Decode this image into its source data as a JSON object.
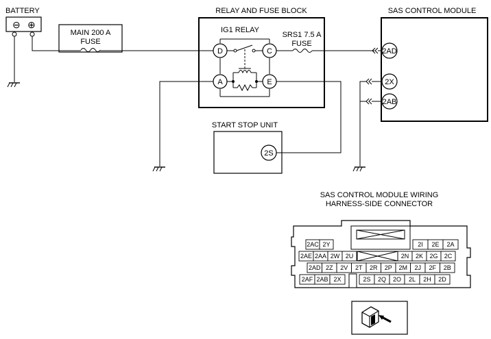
{
  "battery": {
    "label": "BATTERY",
    "minus": "⊖",
    "plus": "⊕"
  },
  "main_fuse": {
    "line1": "MAIN 200 A",
    "line2": "FUSE"
  },
  "relay_block": {
    "title": "RELAY AND FUSE BLOCK",
    "relay_label": "IG1 RELAY",
    "fuse_line1": "SRS1 7.5 A",
    "fuse_line2": "FUSE",
    "terminals": {
      "d": "D",
      "c": "C",
      "a": "A",
      "e": "E"
    }
  },
  "sas_module": {
    "title": "SAS CONTROL MODULE",
    "pins": {
      "p2ad": "2AD",
      "p2x": "2X",
      "p2ab": "2AB"
    }
  },
  "start_stop": {
    "title": "START STOP UNIT",
    "pin": "2S"
  },
  "connector": {
    "title_line1": "SAS CONTROL MODULE WIRING",
    "title_line2": "HARNESS-SIDE CONNECTOR",
    "row1_left": [
      "2AC",
      "2Y"
    ],
    "row1_right": [
      "2I",
      "2E",
      "2A"
    ],
    "row2_left": [
      "2AE",
      "2AA",
      "2W",
      "2U"
    ],
    "row2_right": [
      "2N",
      "2K",
      "2G",
      "2C"
    ],
    "row3": [
      "2AD",
      "2Z",
      "2V",
      "2T",
      "2R",
      "2P",
      "2M",
      "2J",
      "2F",
      "2B"
    ],
    "row4_left": [
      "2AF",
      "2AB",
      "2X"
    ],
    "row4_right": [
      "2S",
      "2Q",
      "2O",
      "2L",
      "2H",
      "2D"
    ]
  }
}
